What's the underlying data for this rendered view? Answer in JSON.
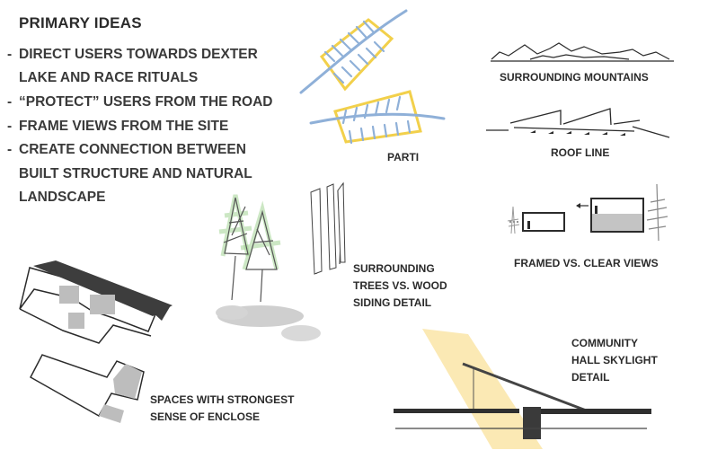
{
  "heading": "PRIMARY IDEAS",
  "ideas": [
    [
      "-",
      "DIRECT USERS TOWARDS DEXTER"
    ],
    [
      "",
      "LAKE AND RACE RITUALS"
    ],
    [
      "-",
      "“PROTECT” USERS FROM THE ROAD"
    ],
    [
      "-",
      "FRAME VIEWS FROM THE SITE"
    ],
    [
      "-",
      "CREATE CONNECTION BETWEEN"
    ],
    [
      "",
      "BUILT STRUCTURE AND NATURAL"
    ],
    [
      "",
      "LANDSCAPE"
    ]
  ],
  "captions": {
    "parti": "PARTI",
    "mountains": "SURROUNDING MOUNTAINS",
    "roof": "ROOF LINE",
    "views": "FRAMED VS. CLEAR VIEWS",
    "trees": [
      "SURROUNDING",
      "TREES VS. WOOD",
      "SIDING DETAIL"
    ],
    "skylight": [
      "COMMUNITY",
      "HALL SKYLIGHT",
      "DETAIL"
    ],
    "spaces": [
      "SPACES WITH STRONGEST",
      "SENSE OF ENCLOSE"
    ]
  },
  "colors": {
    "ink": "#2b2b2b",
    "parti_yellow": "#f2d04b",
    "parti_blue": "#8fb0d8",
    "light_beam": "#fbe9b4",
    "gray_fill": "#bdbdbd",
    "dark_roof": "#3d3d3d"
  }
}
